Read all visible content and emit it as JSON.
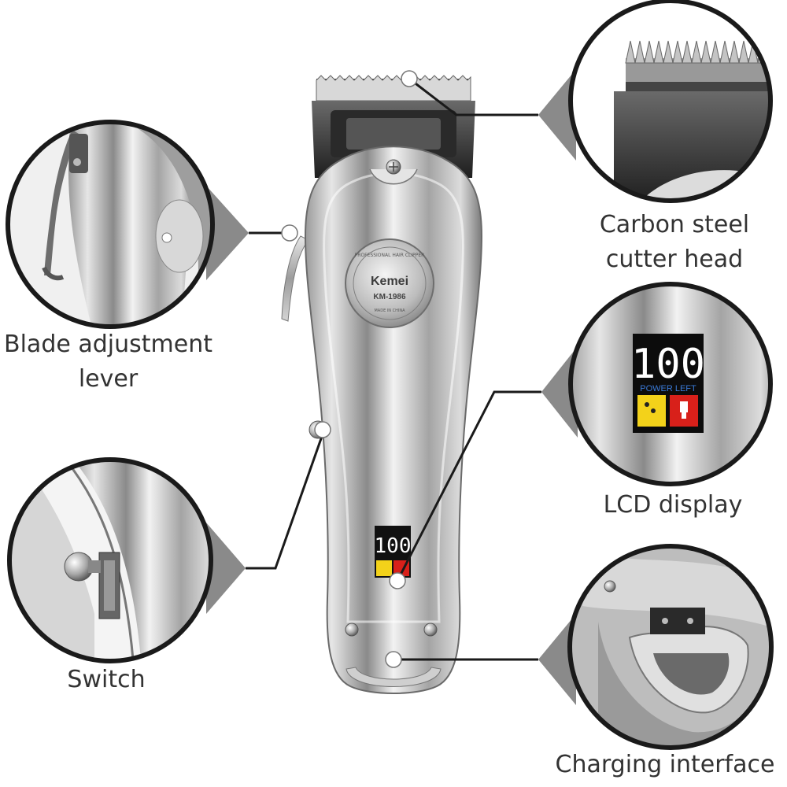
{
  "product": {
    "brand": "Kemei",
    "model": "KM-1986",
    "badge_arc_text": "PROFESSIONAL HAIR CLIPPER",
    "badge_origin": "MADE IN CHINA"
  },
  "lcd": {
    "reading": "100",
    "caption": "POWER LEFT"
  },
  "callouts": {
    "blade_lever": {
      "line1": "Blade adjustment",
      "line2": "lever"
    },
    "switch": {
      "line1": "Switch"
    },
    "cutter_head": {
      "line1": "Carbon steel",
      "line2": "cutter head"
    },
    "lcd_display": {
      "line1": "LCD display"
    },
    "charging_interface": {
      "line1": "Charging interface"
    }
  },
  "colors": {
    "outline": "#1a1a1a",
    "label_text": "#333333",
    "callout_wedge": "#8a8a8a",
    "lcd_caption": "#3a7ad8",
    "lcd_yellow": "#f3d21a",
    "lcd_red": "#d8201a"
  }
}
